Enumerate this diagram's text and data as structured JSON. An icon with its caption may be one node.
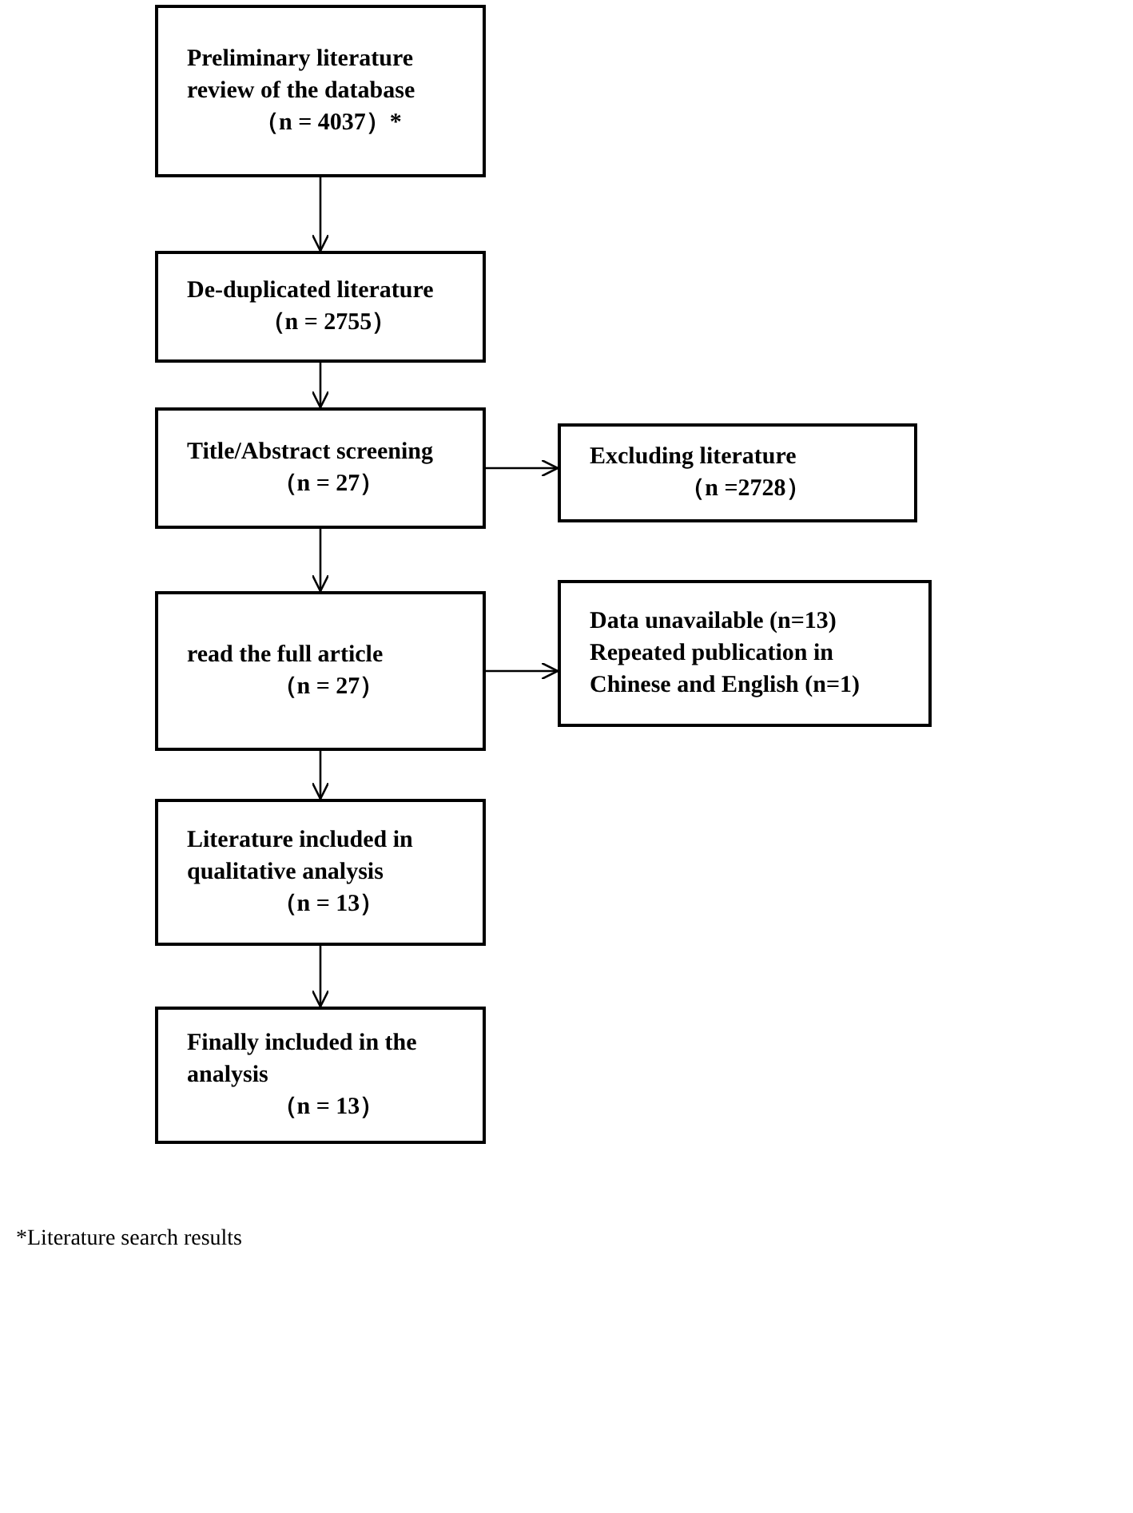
{
  "diagram": {
    "nodes": [
      {
        "text": [
          "Preliminary literature review of the database",
          "（n = 4037）*"
        ]
      },
      {
        "text": [
          "De-duplicated literature",
          "（n = 2755）"
        ]
      },
      {
        "text": [
          "Title/Abstract screening",
          "（n = 27）"
        ]
      },
      {
        "text": [
          "Excluding literature",
          "（n =2728）"
        ]
      },
      {
        "text": [
          "read the full article",
          "（n = 27）"
        ]
      },
      {
        "text": [
          "Data unavailable (n=13)",
          "Repeated publication in Chinese and English (n=1)"
        ]
      },
      {
        "text": [
          "Literature included in qualitative analysis",
          "（n = 13）"
        ]
      },
      {
        "text": [
          "Finally included in the analysis",
          "（n = 13）"
        ]
      }
    ],
    "edges": [
      {
        "from": 0,
        "to": 1,
        "arrow": "to"
      },
      {
        "from": 1,
        "to": 2,
        "arrow": "to"
      },
      {
        "from": 2,
        "to": 3,
        "arrow": "to"
      },
      {
        "from": 2,
        "to": 4,
        "arrow": "to"
      },
      {
        "from": 4,
        "to": 5,
        "arrow": "to"
      },
      {
        "from": 4,
        "to": 6,
        "arrow": "to"
      },
      {
        "from": 6,
        "to": 7,
        "arrow": "to"
      }
    ],
    "labels": [
      "*Literature search results"
    ]
  }
}
